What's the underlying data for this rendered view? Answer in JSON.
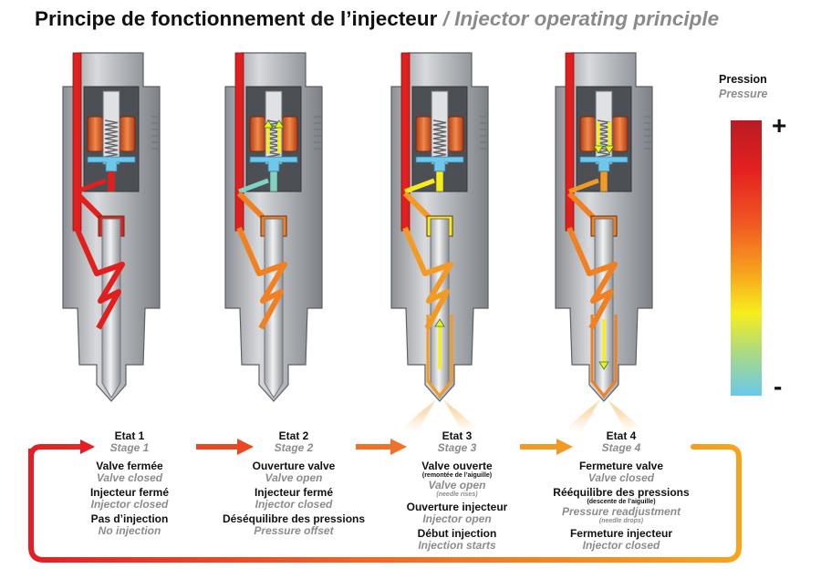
{
  "title": {
    "fr": "Principe de fonctionnement de l’injecteur",
    "separator": "/",
    "en": "Injector operating principle"
  },
  "legend": {
    "label_fr": "Pression",
    "label_en": "Pressure",
    "max_symbol": "+",
    "min_symbol": "-",
    "colors": [
      "#b81c22",
      "#e52020",
      "#f05a22",
      "#f7a21d",
      "#f6ee1c",
      "#a7d987",
      "#68c8ec"
    ]
  },
  "stages": [
    {
      "title_fr": "Etat 1",
      "title_en": "Stage 1",
      "lines": [
        {
          "fr": "Valve fermée",
          "en": "Valve closed"
        },
        {
          "fr": "Injecteur fermé",
          "en": "Injector closed"
        },
        {
          "fr": "Pas d’injection",
          "en": "No injection"
        }
      ]
    },
    {
      "title_fr": "Etat 2",
      "title_en": "Stage 2",
      "lines": [
        {
          "fr": "Ouverture valve",
          "en": "Valve open"
        },
        {
          "fr": "Injecteur fermé",
          "en": "Injector closed"
        },
        {
          "fr": "Déséquilibre des pressions",
          "en": "Pressure offset"
        }
      ]
    },
    {
      "title_fr": "Etat 3",
      "title_en": "Stage 3",
      "lines": [
        {
          "fr": "Valve ouverte",
          "note_fr": "(remontée de l’aiguille)",
          "en": "Valve open",
          "note_en": "(needle rises)"
        },
        {
          "fr": "Ouverture injecteur",
          "en": "Injector open"
        },
        {
          "fr": "Début injection",
          "en": "Injection starts"
        }
      ]
    },
    {
      "title_fr": "Etat 4",
      "title_en": "Stage 4",
      "lines": [
        {
          "fr": "Fermeture valve",
          "en": "Valve closed"
        },
        {
          "fr": "Rééquilibre des pressions",
          "note_fr": "(descente de l’aiguille)",
          "en": "Pressure readjustment",
          "note_en": "(needle drops)"
        },
        {
          "fr": "Fermeture injecteur",
          "en": "Injector closed"
        }
      ]
    }
  ],
  "injectors": [
    {
      "color_main": "#e01f1f",
      "color_lower": "#e01f1f",
      "color_valve": "#e01f1f",
      "needle_arrow": "none",
      "valve_arrows": "none",
      "spray": false
    },
    {
      "color_main": "#e01f1f",
      "color_lower": "#f08022",
      "color_valve": "#7fd3c7",
      "needle_arrow": "none",
      "valve_arrows": "up",
      "spray": false
    },
    {
      "color_main": "#e01f1f",
      "color_lower": "#f39a24",
      "color_valve": "#f6ee1c",
      "needle_arrow": "up",
      "valve_arrows": "none",
      "spray": true
    },
    {
      "color_main": "#e01f1f",
      "color_lower": "#f08022",
      "color_valve": "#f39a24",
      "needle_arrow": "down",
      "valve_arrows": "down",
      "spray": true
    }
  ]
}
